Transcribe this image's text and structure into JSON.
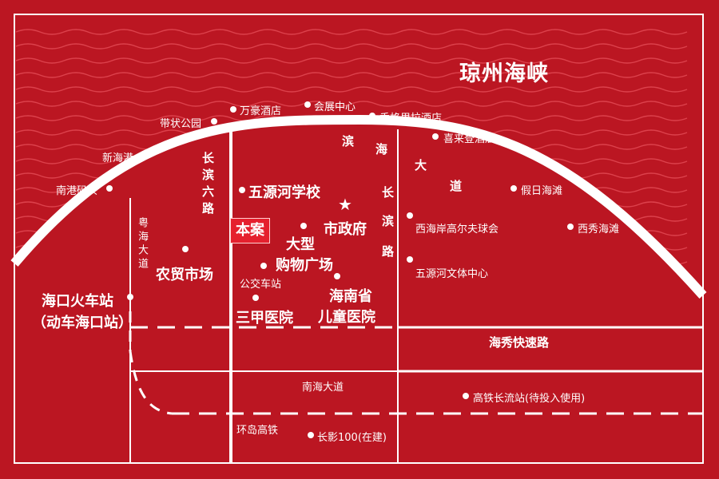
{
  "sea": {
    "name": "琼州海峡",
    "wave_color": "#e8505a"
  },
  "colors": {
    "land": "#bb1622",
    "sea": "#ffffff",
    "roads": "#ffffff",
    "project_box": "#e5202e"
  },
  "roads": {
    "binhai": "滨海大道",
    "binhai_chars": [
      "滨",
      "海",
      "大",
      "道"
    ],
    "changbin_road": "长滨路",
    "changbin_chars": [
      "长",
      "滨",
      "路"
    ],
    "changbin6": "长滨六路",
    "yuehai": "粤海大道",
    "haixiu_expressway": "海秀快速路",
    "nanhai_avenue": "南海大道",
    "ring_rail": "环岛高铁"
  },
  "coastal_pois": [
    {
      "id": "nangang",
      "label": "南港码头"
    },
    {
      "id": "xinhaigang",
      "label": "新海港"
    },
    {
      "id": "daizhuang",
      "label": "带状公园"
    },
    {
      "id": "wanhao",
      "label": "万豪酒店"
    },
    {
      "id": "huizhan",
      "label": "会展中心"
    },
    {
      "id": "shangrila",
      "label": "香格里拉酒店"
    },
    {
      "id": "sheraton",
      "label": "喜来登酒店"
    },
    {
      "id": "holiday",
      "label": "假日海滩"
    },
    {
      "id": "xixiu",
      "label": "西秀海滩"
    }
  ],
  "land_pois": {
    "wuyuan_school": "五源河学校",
    "city_hall": "市政府",
    "project": "本案",
    "mall_line1": "大型",
    "mall_line2": "购物广场",
    "farm_market": "农贸市场",
    "bus_station": "公交车站",
    "sanjia_line": "三甲医院",
    "children_line1": "海南省",
    "children_line2": "儿童医院",
    "golf": "西海岸高尔夫球会",
    "wuyuan_culture": "五源河文体中心",
    "train_line1": "海口火车站",
    "train_line2": "（动车海口站）",
    "hsr_station": "高铁长流站(待投入使用)",
    "changying": "长影100(在建)"
  }
}
